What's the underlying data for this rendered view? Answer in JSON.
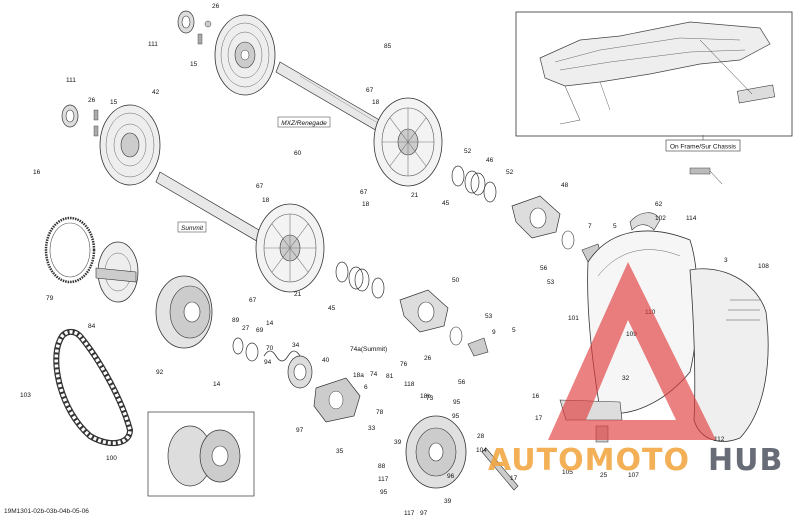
{
  "diagram": {
    "labels": {
      "variant_a": "MXZ/Renegade",
      "variant_b": "Summit",
      "variant_c": "74a(Summit)",
      "chassis_note": "On Frame/Sur Chassis"
    },
    "footer_code": "19M1301-02b-03b-04b-05-06",
    "watermark": {
      "part1": "AUTOMOTO",
      "part2": "HUB",
      "color1": "#f2a33a",
      "color2": "#4d5360",
      "logo_color": "#e23a3a"
    },
    "callouts": [
      "26",
      "111",
      "15",
      "85",
      "111",
      "26",
      "15",
      "42",
      "67",
      "18",
      "60",
      "67",
      "18",
      "52",
      "46",
      "52",
      "21",
      "45",
      "48",
      "16",
      "67",
      "18",
      "21",
      "45",
      "53",
      "7",
      "62",
      "5",
      "102",
      "114",
      "3",
      "108",
      "101",
      "110",
      "109",
      "79",
      "84",
      "89",
      "27",
      "14",
      "67",
      "14",
      "69",
      "70",
      "94",
      "34",
      "40",
      "92",
      "50",
      "53",
      "9",
      "5",
      "56",
      "26",
      "56",
      "74a(Summit)",
      "74",
      "81",
      "76",
      "118",
      "73",
      "16",
      "95",
      "32",
      "17",
      "105",
      "25",
      "107",
      "112",
      "103",
      "100",
      "97",
      "35",
      "18a",
      "6",
      "78",
      "18b",
      "39",
      "33",
      "95",
      "88",
      "117",
      "95",
      "117",
      "97",
      "96",
      "39",
      "28",
      "104",
      "17"
    ]
  }
}
